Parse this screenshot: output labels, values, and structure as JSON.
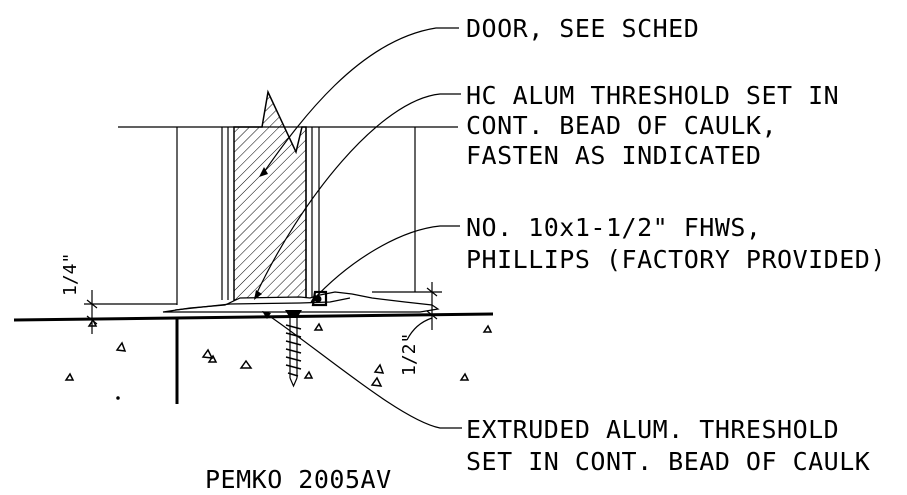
{
  "callouts": {
    "door": "DOOR, SEE SCHED",
    "hc_line1": "HC ALUM THRESHOLD SET IN",
    "hc_line2": "CONT. BEAD OF CAULK,",
    "hc_line3": "FASTEN AS INDICATED",
    "screw_line1": "NO. 10x1-1/2\" FHWS,",
    "screw_line2": "PHILLIPS (FACTORY PROVIDED)",
    "ext_line1": "EXTRUDED ALUM. THRESHOLD",
    "ext_line2": "SET IN CONT. BEAD OF CAULK"
  },
  "dimensions": {
    "left": "1/4\"",
    "right": "1/2\""
  },
  "title": "PEMKO 2005AV"
}
